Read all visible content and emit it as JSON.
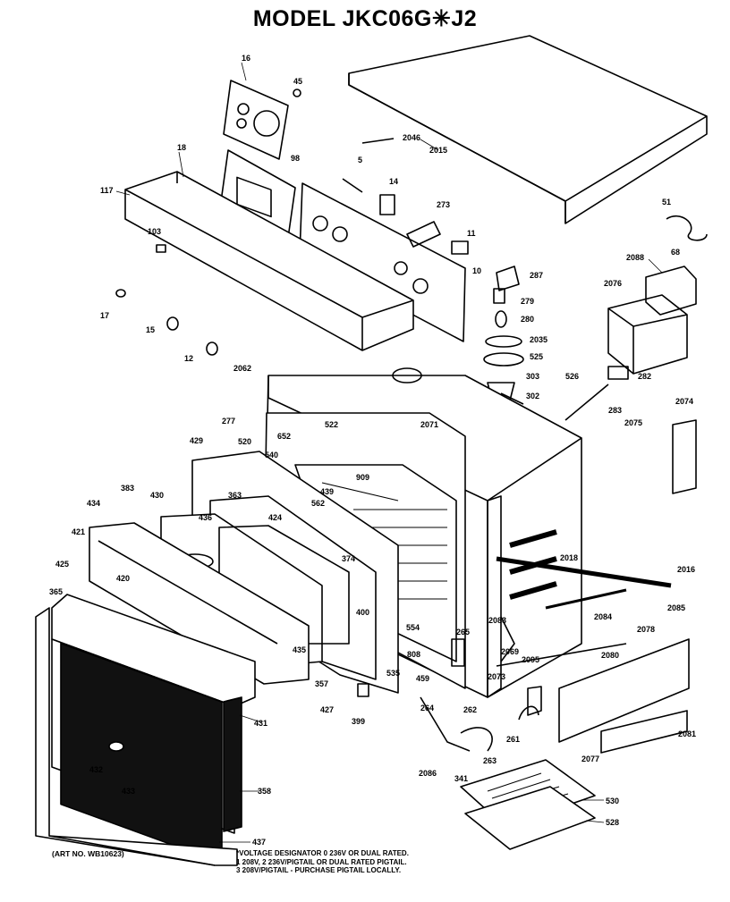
{
  "title": "MODEL JKC06G✳J2",
  "art_number": "(ART NO. WB10623)",
  "notes": [
    "*VOLTAGE DESIGNATOR 0 236V OR DUAL RATED.",
    "1 208V, 2 236V/PIGTAIL OR DUAL RATED PIGTAIL.",
    "3 208V/PIGTAIL - PURCHASE PIGTAIL LOCALLY."
  ],
  "part_labels": [
    "16",
    "45",
    "98",
    "5",
    "2046",
    "2015",
    "18",
    "117",
    "103",
    "14",
    "273",
    "11",
    "10",
    "51",
    "68",
    "2088",
    "287",
    "279",
    "280",
    "2035",
    "525",
    "2076",
    "303",
    "302",
    "526",
    "282",
    "283",
    "2074",
    "2075",
    "17",
    "15",
    "12",
    "2062",
    "2071",
    "277",
    "522",
    "520",
    "429",
    "652",
    "540",
    "909",
    "363",
    "439",
    "562",
    "383",
    "430",
    "434",
    "436",
    "424",
    "421",
    "420",
    "425",
    "365",
    "374",
    "400",
    "2018",
    "2016",
    "2084",
    "2085",
    "2078",
    "554",
    "2083",
    "2069",
    "2095",
    "2080",
    "808",
    "535",
    "459",
    "265",
    "2073",
    "435",
    "357",
    "427",
    "399",
    "431",
    "264",
    "262",
    "261",
    "2077",
    "2081",
    "263",
    "2086",
    "341",
    "432",
    "433",
    "358",
    "530",
    "528",
    "437"
  ],
  "colors": {
    "ink": "#000000",
    "paper": "#ffffff"
  }
}
